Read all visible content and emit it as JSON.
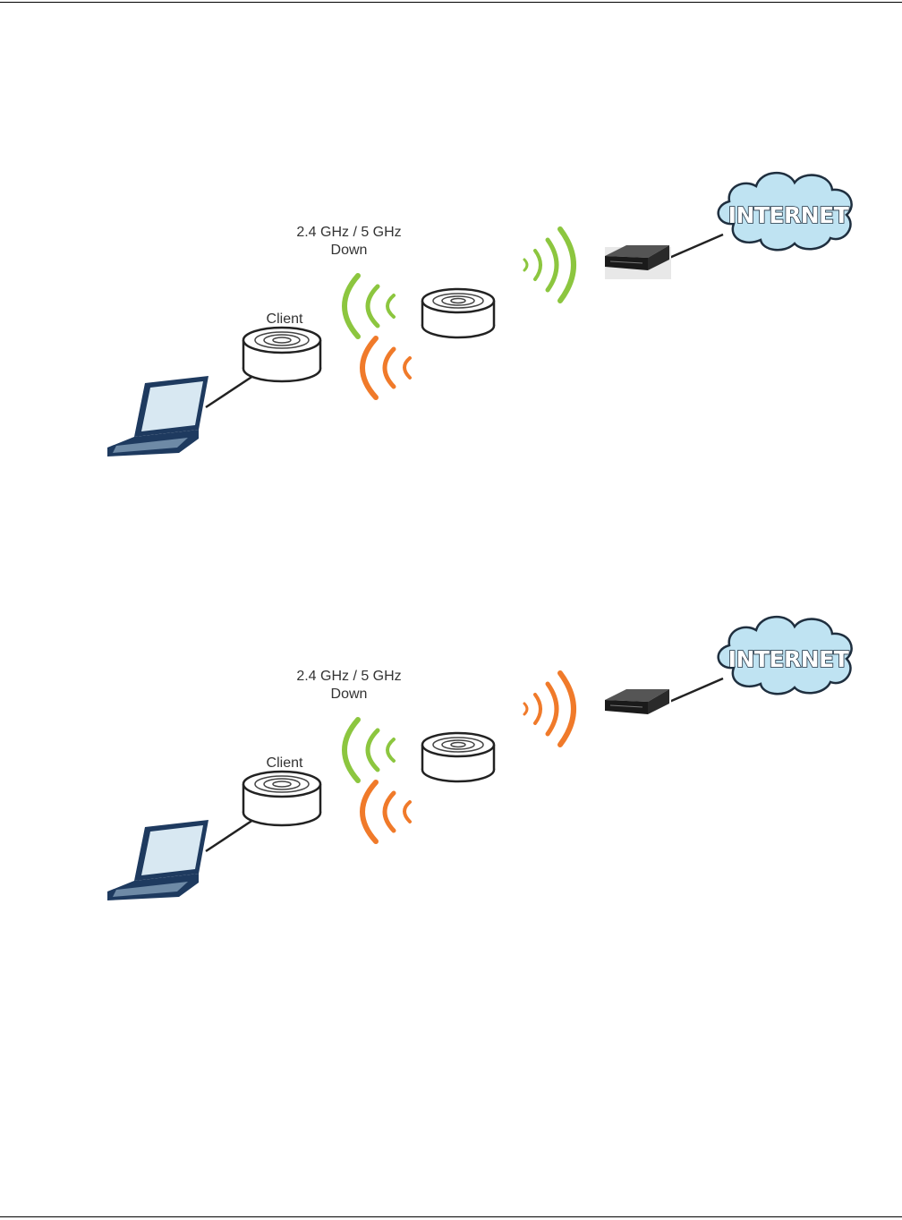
{
  "diagrams": [
    {
      "band_label": "2.4 GHz / 5 GHz",
      "status_label": "Down",
      "client_label": "Client",
      "cloud_label": "INTERNET",
      "uplink_signal_color": "#8cc63f"
    },
    {
      "band_label": "2.4 GHz / 5 GHz",
      "status_label": "Down",
      "client_label": "Client",
      "cloud_label": "INTERNET",
      "uplink_signal_color": "#f07a2a"
    }
  ],
  "colors": {
    "signal_green": "#8cc63f",
    "signal_orange": "#f07a2a",
    "cloud_fill": "#bfe3f2",
    "cloud_outline": "#1f2f3f",
    "laptop_body": "#1e3a5f",
    "laptop_screen": "#d8e8f2"
  },
  "icons": [
    "laptop-icon",
    "client-ap-icon",
    "ap-icon",
    "gateway-icon",
    "internet-cloud-icon",
    "wifi-signal-icon"
  ]
}
